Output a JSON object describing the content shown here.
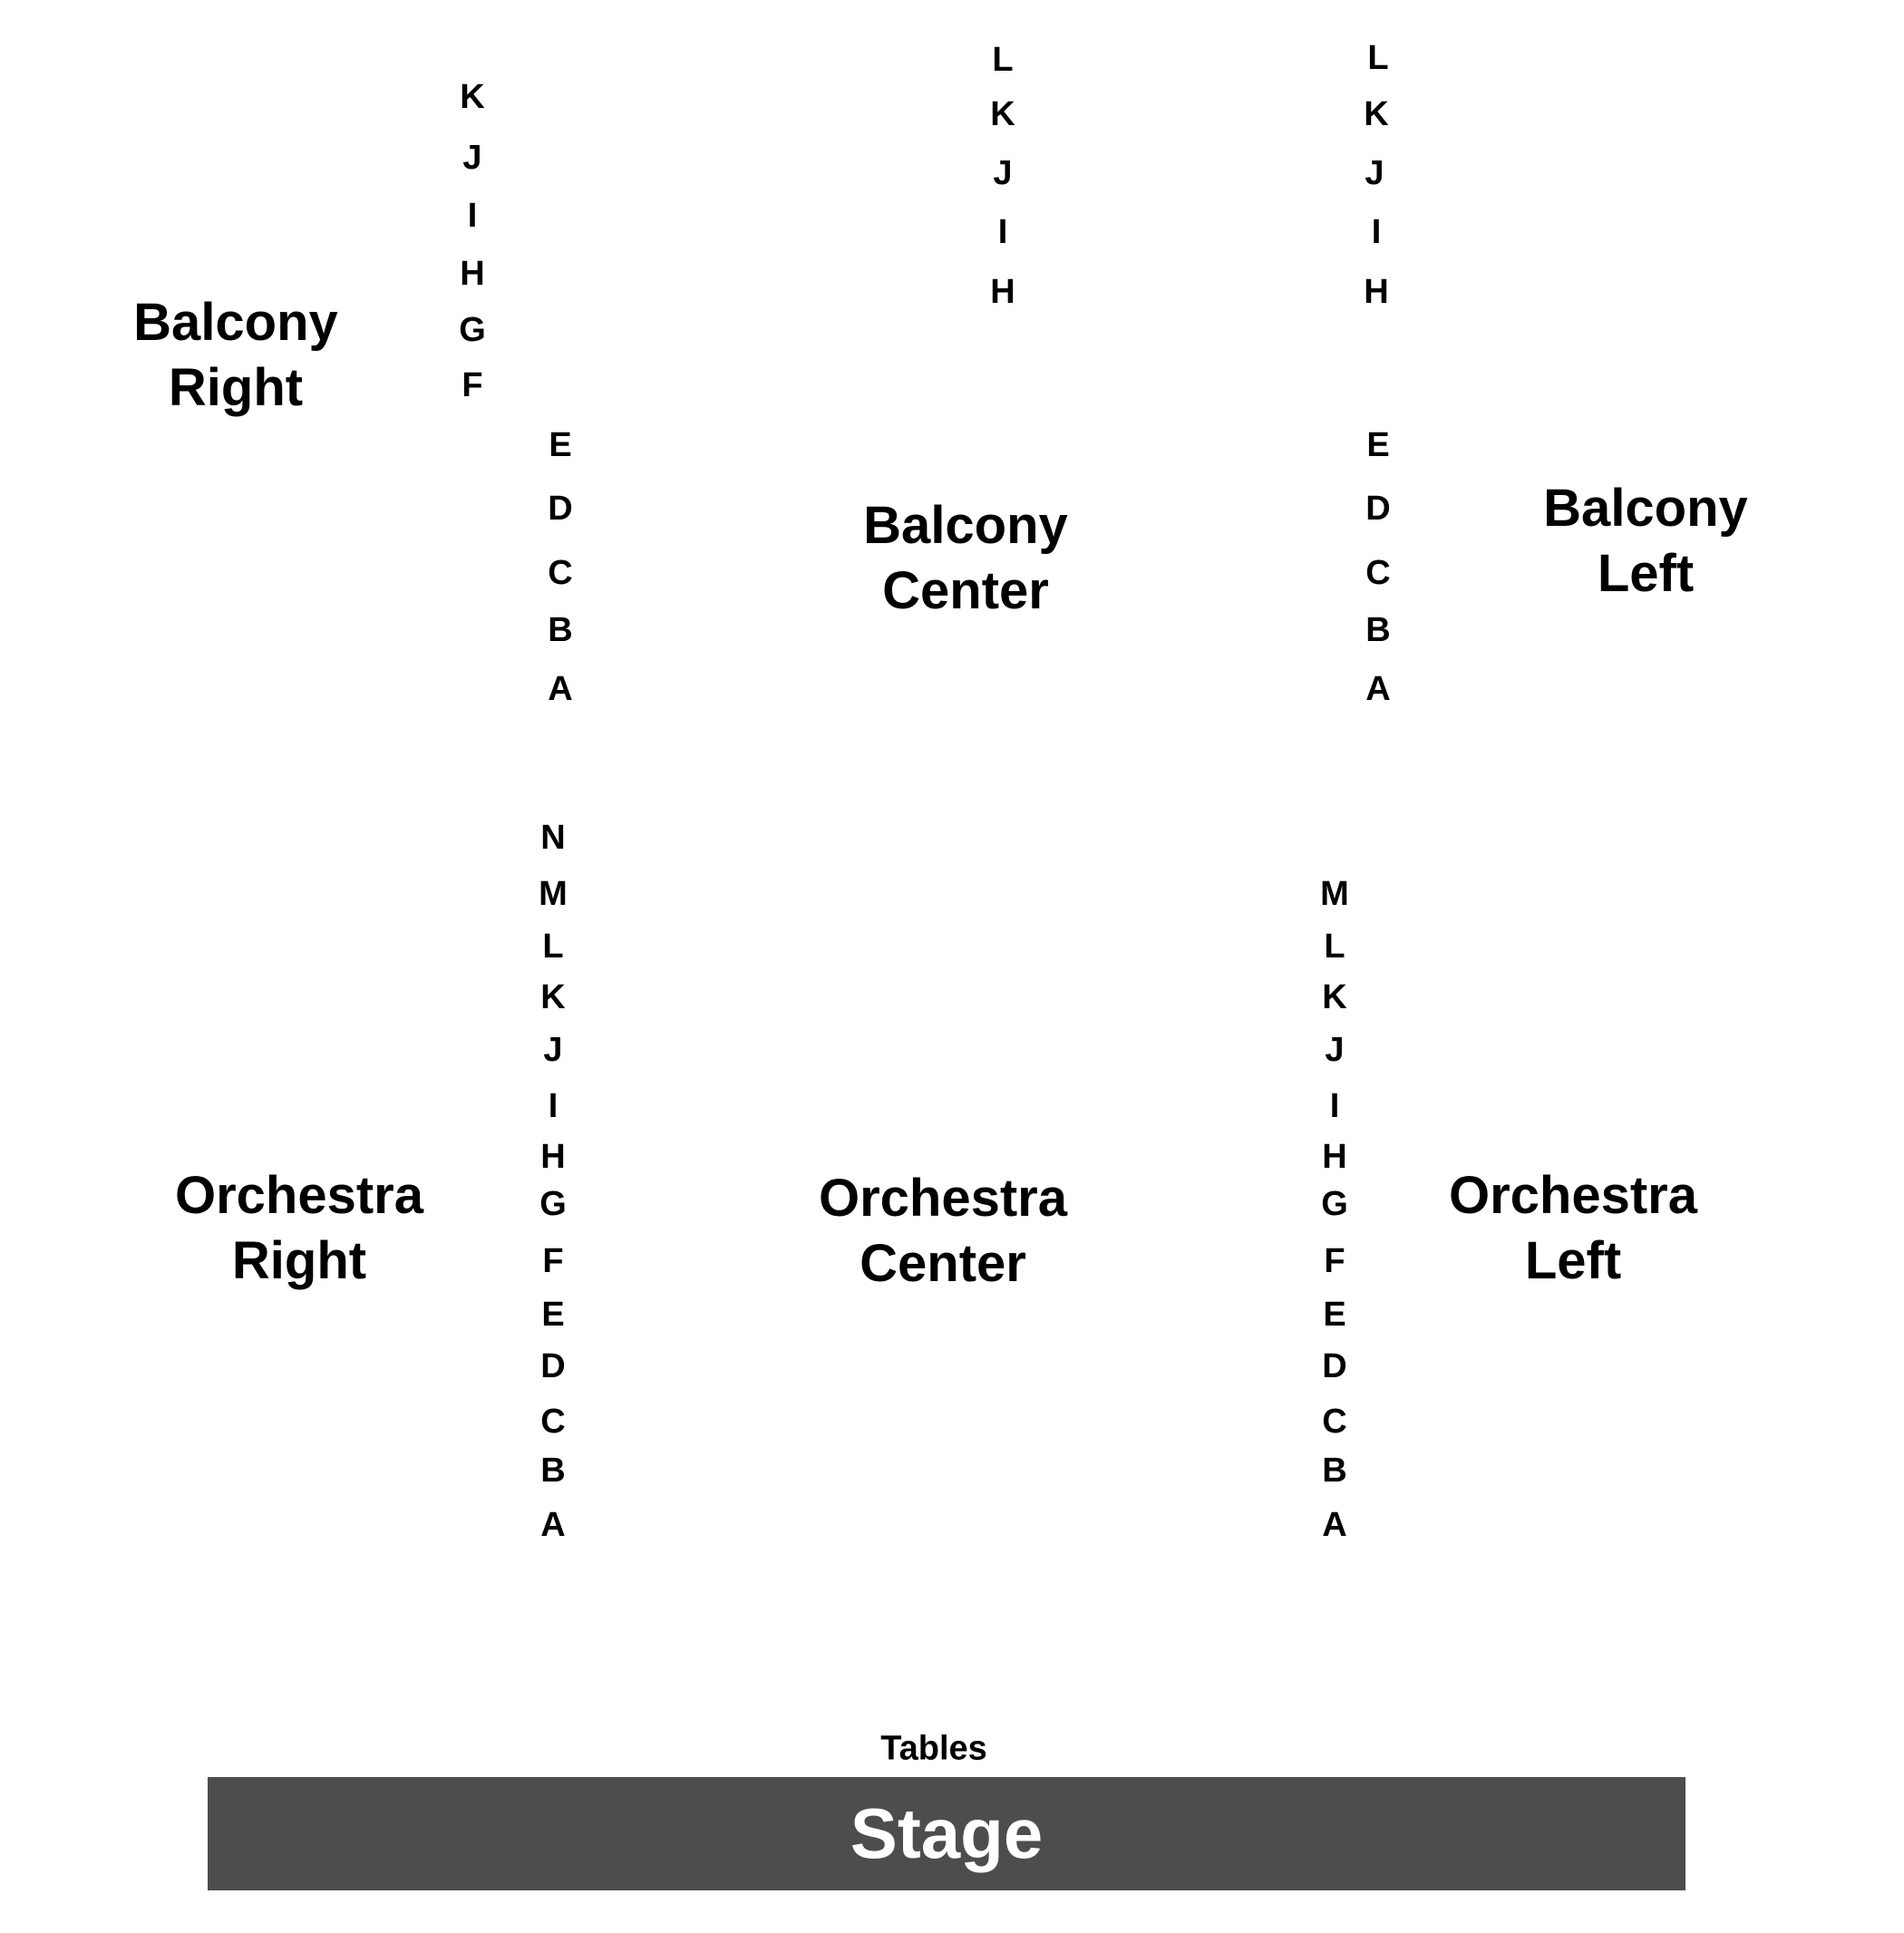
{
  "sections": {
    "balcony_right": [
      "Balcony",
      "Right"
    ],
    "balcony_center": [
      "Balcony",
      "Center"
    ],
    "balcony_left": [
      "Balcony",
      "Left"
    ],
    "orchestra_right": [
      "Orchestra",
      "Right"
    ],
    "orchestra_center": [
      "Orchestra",
      "Center"
    ],
    "orchestra_left": [
      "Orchestra",
      "Left"
    ]
  },
  "rows": {
    "balcony_right_upper": [
      "K",
      "J",
      "I",
      "H",
      "G",
      "F"
    ],
    "balcony_right_lower": [
      "E",
      "D",
      "C",
      "B",
      "A"
    ],
    "balcony_center": [
      "L",
      "K",
      "J",
      "I",
      "H"
    ],
    "balcony_left_upper": [
      "L",
      "K",
      "J",
      "I",
      "H"
    ],
    "balcony_left_lower": [
      "E",
      "D",
      "C",
      "B",
      "A"
    ],
    "orchestra_right": [
      "N",
      "M",
      "L",
      "K",
      "J",
      "I",
      "H",
      "G",
      "F",
      "E",
      "D",
      "C",
      "B",
      "A"
    ],
    "orchestra_left": [
      "M",
      "L",
      "K",
      "J",
      "I",
      "H",
      "G",
      "F",
      "E",
      "D",
      "C",
      "B",
      "A"
    ]
  },
  "tables_label": "Tables",
  "stage_label": "Stage",
  "colors": {
    "stage_fill": "#4d4d4d",
    "stage_text": "#ffffff",
    "text": "#000000"
  }
}
